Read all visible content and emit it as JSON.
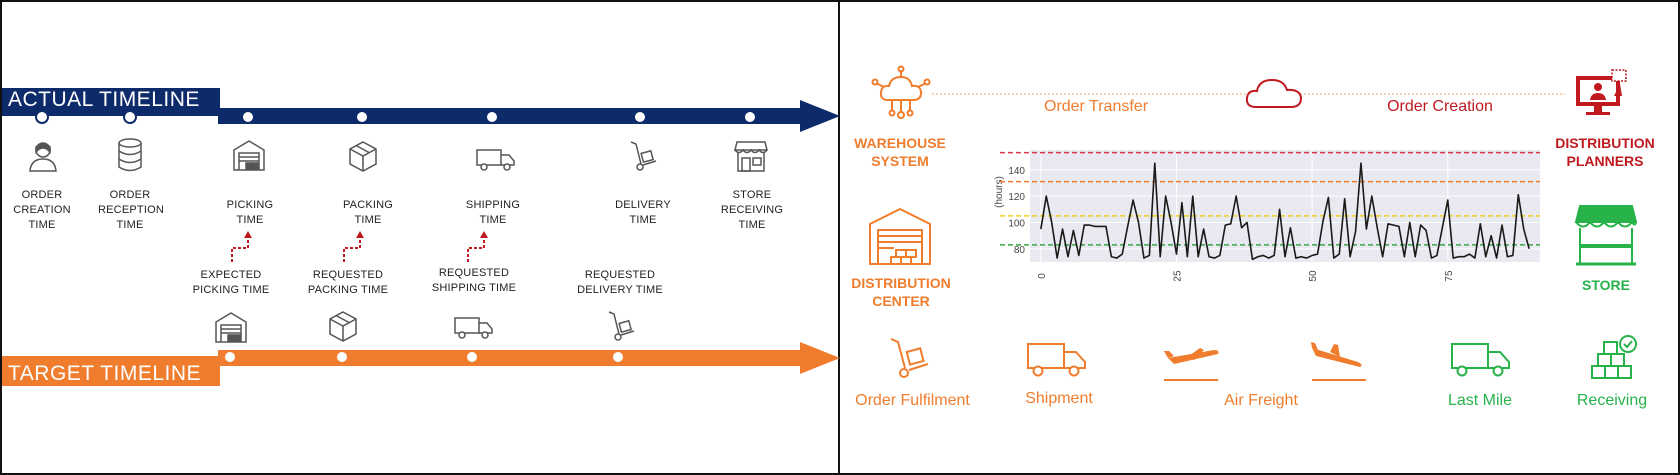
{
  "left_panel": {
    "actual_timeline": {
      "title": "ACTUAL TIMELINE",
      "color": "#0d2b6b",
      "milestones": [
        {
          "label": "ORDER\nCREATION\nTIME",
          "icon": "person-icon"
        },
        {
          "label": "ORDER\nRECEPTION\nTIME",
          "icon": "database-icon"
        },
        {
          "label": "PICKING\nTIME",
          "icon": "warehouse-icon"
        },
        {
          "label": "PACKING\nTIME",
          "icon": "box-icon"
        },
        {
          "label": "SHIPPING\nTIME",
          "icon": "truck-icon"
        },
        {
          "label": "DELIVERY\nTIME",
          "icon": "hand-truck-icon"
        },
        {
          "label": "STORE\nRECEIVING\nTIME",
          "icon": "store-icon"
        }
      ]
    },
    "requested_times": [
      {
        "label": "EXPECTED\nPICKING TIME"
      },
      {
        "label": "REQUESTED\nPACKING TIME"
      },
      {
        "label": "REQUESTED\nSHIPPING TIME"
      },
      {
        "label": "REQUESTED\nDELIVERY TIME"
      }
    ],
    "target_timeline": {
      "title": "TARGET TIMELINE",
      "color": "#ef7d2d",
      "icons": [
        "warehouse-icon",
        "box-icon",
        "truck-icon",
        "hand-truck-icon"
      ]
    }
  },
  "right_panel": {
    "warehouse_system": "WAREHOUSE\nSYSTEM",
    "order_transfer": "Order Transfer",
    "order_creation": "Order Creation",
    "distribution_planners": "DISTRIBUTION\nPLANNERS",
    "distribution_center": "DISTRIBUTION\nCENTER",
    "store": "STORE",
    "stages": [
      {
        "label": "Order Fulfilment",
        "color": "#ef7d2d"
      },
      {
        "label": "Shipment",
        "color": "#ef7d2d"
      },
      {
        "label": "Air Freight",
        "color": "#ef7d2d"
      },
      {
        "label": "Last Mile",
        "color": "#27b24a"
      },
      {
        "label": "Receiving",
        "color": "#27b24a"
      }
    ],
    "colors": {
      "orange": "#ef7d2d",
      "red": "#c0191f",
      "green": "#27b24a"
    }
  },
  "chart_data": {
    "type": "line",
    "ylabel": "(hours)",
    "ylim": [
      70,
      155
    ],
    "xlim": [
      -2,
      92
    ],
    "yticks": [
      80,
      100,
      120,
      140
    ],
    "xticks": [
      0,
      25,
      50,
      75
    ],
    "grid": true,
    "thresholds": [
      {
        "value": 153,
        "color": "#d9334d"
      },
      {
        "value": 131,
        "color": "#ef7d2d"
      },
      {
        "value": 105,
        "color": "#f0d21c"
      },
      {
        "value": 83,
        "color": "#3aa64a"
      }
    ],
    "series": [
      {
        "values": [
          95,
          120,
          100,
          73,
          95,
          74,
          94,
          75,
          98,
          98,
          97,
          97,
          97,
          74,
          73,
          76,
          97,
          117,
          100,
          73,
          75,
          145,
          74,
          120,
          100,
          76,
          115,
          74,
          120,
          74,
          95,
          74,
          73,
          75,
          98,
          99,
          120,
          96,
          100,
          72,
          74,
          75,
          73,
          75,
          110,
          74,
          96,
          73,
          74,
          73,
          75,
          76,
          101,
          119,
          73,
          76,
          118,
          74,
          93,
          145,
          95,
          120,
          96,
          74,
          99,
          98,
          97,
          74,
          100,
          74,
          98,
          94,
          73,
          75,
          96,
          117,
          73,
          74,
          74,
          76,
          73,
          99,
          74,
          90,
          73,
          98,
          74,
          75,
          121,
          95,
          80
        ]
      }
    ]
  }
}
